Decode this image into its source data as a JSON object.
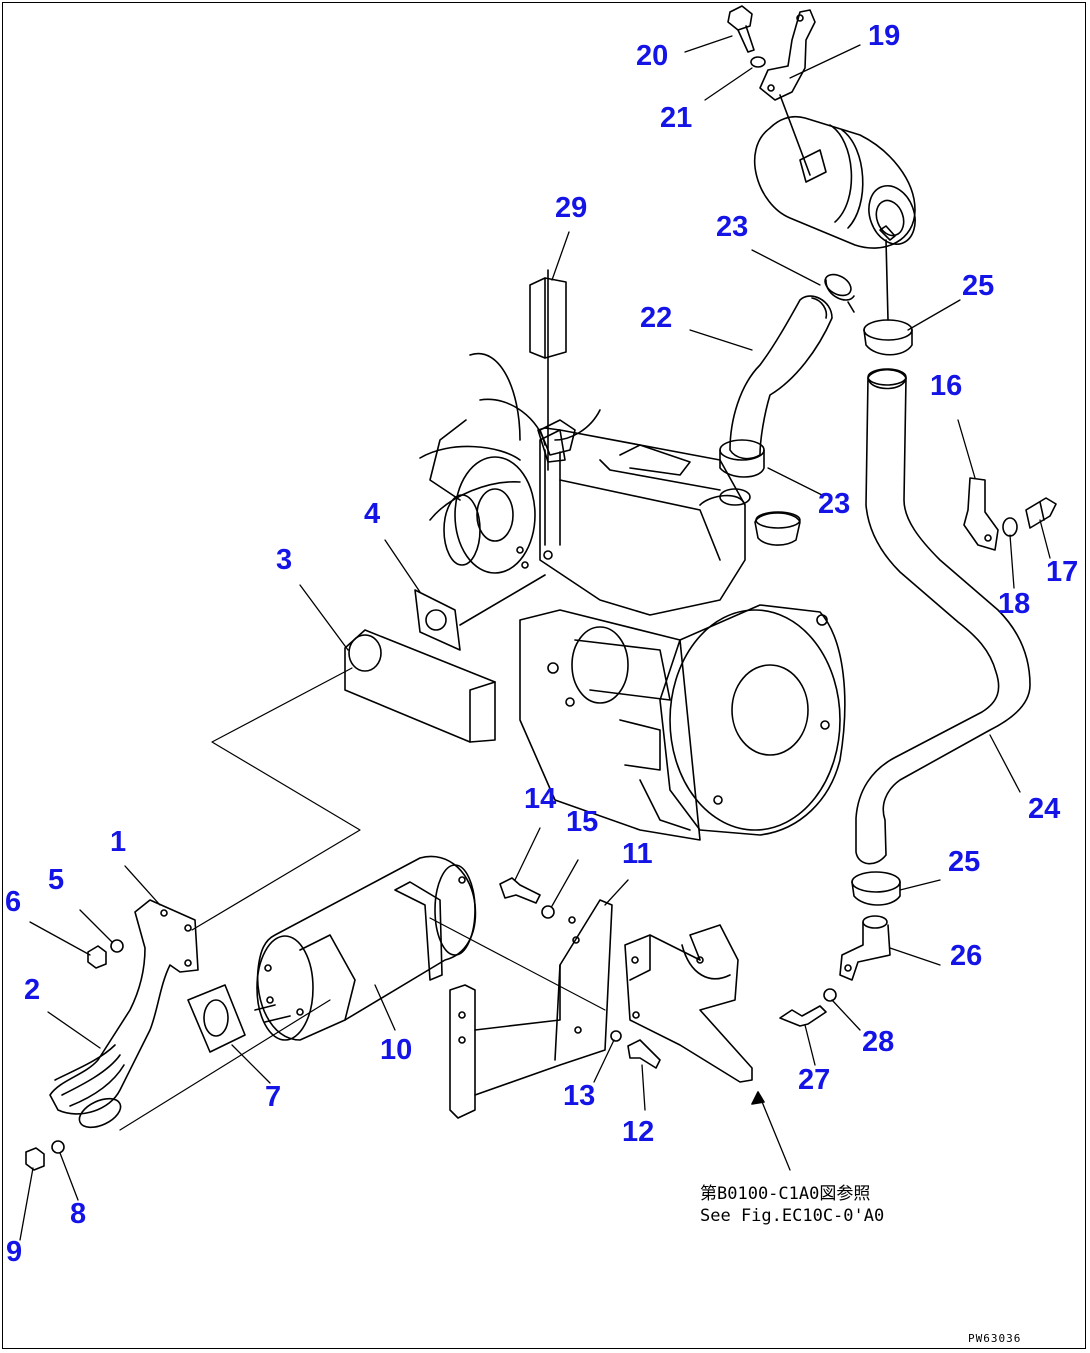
{
  "callouts": [
    {
      "n": "1",
      "part": "exhaust-flange"
    },
    {
      "n": "2",
      "part": "exhaust-pipe"
    },
    {
      "n": "3",
      "part": "exhaust-elbow"
    },
    {
      "n": "4",
      "part": "gasket"
    },
    {
      "n": "5",
      "part": "washer"
    },
    {
      "n": "6",
      "part": "nut"
    },
    {
      "n": "7",
      "part": "gasket"
    },
    {
      "n": "8",
      "part": "washer"
    },
    {
      "n": "9",
      "part": "nut"
    },
    {
      "n": "10",
      "part": "muffler"
    },
    {
      "n": "11",
      "part": "bracket"
    },
    {
      "n": "12",
      "part": "bolt"
    },
    {
      "n": "13",
      "part": "washer"
    },
    {
      "n": "14",
      "part": "bolt"
    },
    {
      "n": "15",
      "part": "washer"
    },
    {
      "n": "16",
      "part": "clamp"
    },
    {
      "n": "17",
      "part": "bolt"
    },
    {
      "n": "18",
      "part": "washer"
    },
    {
      "n": "19",
      "part": "bracket"
    },
    {
      "n": "20",
      "part": "bolt"
    },
    {
      "n": "21",
      "part": "washer"
    },
    {
      "n": "22",
      "part": "hose"
    },
    {
      "n": "23",
      "part": "clamp"
    },
    {
      "n": "23",
      "part": "clamp"
    },
    {
      "n": "24",
      "part": "hose"
    },
    {
      "n": "25",
      "part": "clamp"
    },
    {
      "n": "25",
      "part": "clamp"
    },
    {
      "n": "26",
      "part": "clamp"
    },
    {
      "n": "27",
      "part": "bolt"
    },
    {
      "n": "28",
      "part": "washer"
    },
    {
      "n": "29",
      "part": "label"
    }
  ],
  "reference_note": {
    "line1": "第B0100-C1A0図参照",
    "line2": "See Fig.EC10C-0'A0"
  },
  "figure_code": "PW63036",
  "colors": {
    "callout": "#1414e6",
    "line": "#000000"
  }
}
